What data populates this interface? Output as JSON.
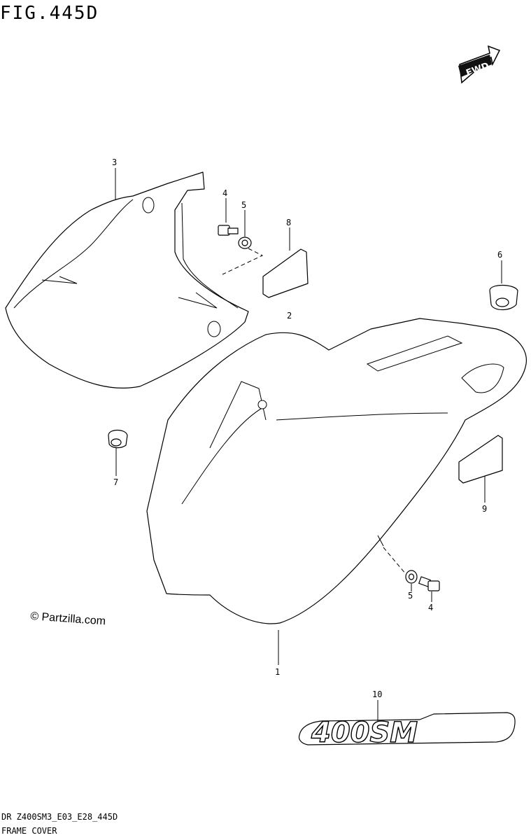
{
  "figure": {
    "title": "FIG.445D",
    "copyright": "© Partzilla.com",
    "footer_code": "DR Z400SM3_E03_E28_445D",
    "footer_name": "FRAME COVER",
    "fwd_label": "FWD"
  },
  "callouts": [
    {
      "id": "callout-1",
      "label": "1"
    },
    {
      "id": "callout-2",
      "label": "2"
    },
    {
      "id": "callout-3",
      "label": "3"
    },
    {
      "id": "callout-4a",
      "label": "4"
    },
    {
      "id": "callout-5a",
      "label": "5"
    },
    {
      "id": "callout-8",
      "label": "8"
    },
    {
      "id": "callout-6",
      "label": "6"
    },
    {
      "id": "callout-7",
      "label": "7"
    },
    {
      "id": "callout-9",
      "label": "9"
    },
    {
      "id": "callout-5b",
      "label": "5"
    },
    {
      "id": "callout-4b",
      "label": "4"
    },
    {
      "id": "callout-10",
      "label": "10"
    }
  ],
  "emblem": {
    "text": "400SM"
  },
  "icons": [
    "fwd-arrow-icon"
  ]
}
